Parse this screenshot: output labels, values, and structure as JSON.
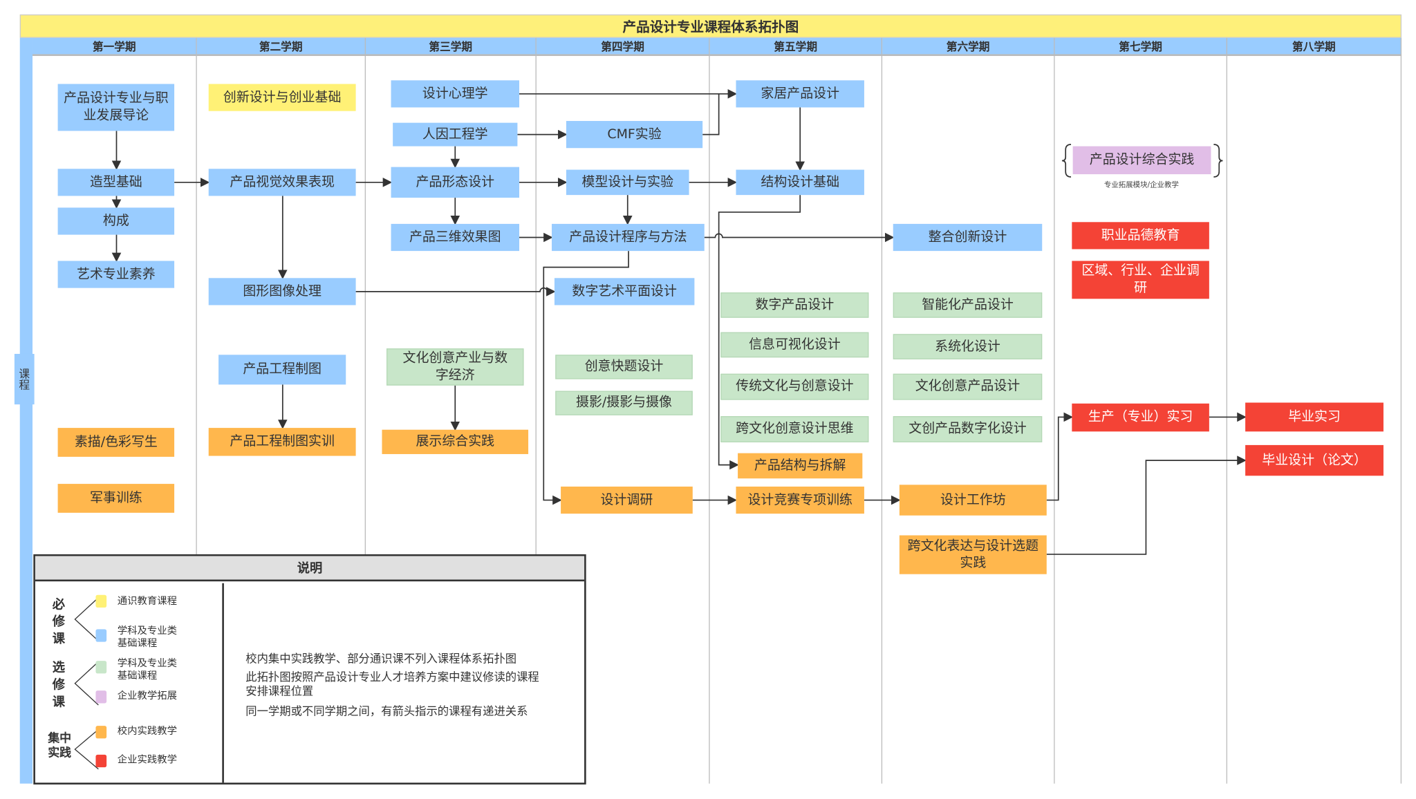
{
  "title": "产品设计专业课程体系拓扑图",
  "side_label": "课程",
  "semesters": [
    "第一学期",
    "第二学期",
    "第三学期",
    "第四学期",
    "第五学期",
    "第六学期",
    "第七学期",
    "第八学期"
  ],
  "colors": {
    "general": "#fff176",
    "basic_required": "#99ccff",
    "basic_elective": "#c8e6c9",
    "enterprise_ext": "#e1bee7",
    "campus_practice": "#ffb74d",
    "enterprise_practice": "#f44336"
  },
  "courses": {
    "s1": [
      "产品设计专业与职业发展导论",
      "造型基础",
      "构成",
      "艺术专业素养",
      "素描/色彩写生",
      "军事训练"
    ],
    "s2": [
      "创新设计与创业基础",
      "产品视觉效果表现",
      "图形图像处理",
      "产品工程制图",
      "产品工程制图实训"
    ],
    "s3": [
      "设计心理学",
      "人因工程学",
      "产品形态设计",
      "产品三维效果图",
      "文化创意产业与数字经济",
      "展示综合实践"
    ],
    "s4": [
      "CMF实验",
      "模型设计与实验",
      "产品设计程序与方法",
      "数字艺术平面设计",
      "创意快题设计",
      "摄影/摄影与摄像",
      "设计调研"
    ],
    "s5": [
      "家居产品设计",
      "结构设计基础",
      "数字产品设计",
      "信息可视化设计",
      "传统文化与创意设计",
      "跨文化创意设计思维",
      "产品结构与拆解",
      "设计竞赛专项训练"
    ],
    "s6": [
      "整合创新设计",
      "智能化产品设计",
      "系统化设计",
      "文化创意产品设计",
      "文创产品数字化设计",
      "设计工作坊",
      "跨文化表达与设计选题实践"
    ],
    "s7": [
      "产品设计综合实践",
      "专业拓展模块/企业教学",
      "职业品德教育",
      "区域、行业、企业调研",
      "生产（专业）实习"
    ],
    "s8": [
      "毕业实习",
      "毕业设计（论文）"
    ]
  },
  "legend": {
    "title": "说明",
    "groups": [
      {
        "label": "必修课",
        "items": [
          "通识教育课程",
          "学科及专业类基础课程"
        ]
      },
      {
        "label": "选修课",
        "items": [
          "学科及专业类基础课程",
          "企业教学拓展"
        ]
      },
      {
        "label": "集中实践",
        "items": [
          "校内实践教学",
          "企业实践教学"
        ]
      }
    ],
    "notes": [
      "校内集中实践教学、部分通识课不列入课程体系拓扑图",
      "此拓扑图按照产品设计专业人才培养方案中建议修读的课程安排课程位置",
      "同一学期或不同学期之间，有箭头指示的课程有递进关系"
    ]
  }
}
